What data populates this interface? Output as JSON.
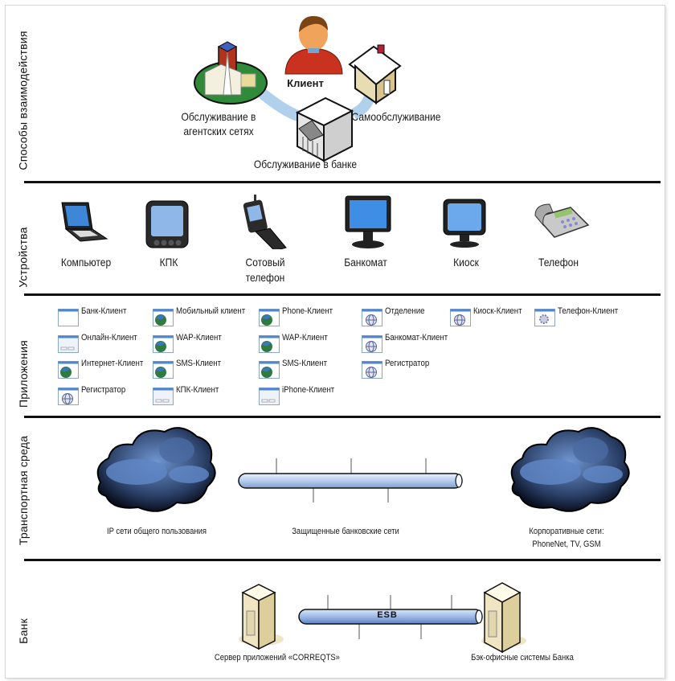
{
  "sections": {
    "interaction": {
      "title": "Способы взаимодействия",
      "client": "Клиент",
      "agent_service": [
        "Обслуживание в",
        "агентских сетях"
      ],
      "bank_service": "Обслуживание в банке",
      "self_service": "Самообслуживание"
    },
    "devices": {
      "title": "Устройства",
      "items": [
        {
          "icon": "laptop-icon",
          "label": "Компьютер"
        },
        {
          "icon": "pda-icon",
          "label": "КПК"
        },
        {
          "icon": "cellphone-icon",
          "label": "Сотовый",
          "label2": "телефон"
        },
        {
          "icon": "atm-monitor-icon",
          "label": "Банкомат"
        },
        {
          "icon": "kiosk-monitor-icon",
          "label": "Киоск"
        },
        {
          "icon": "desk-phone-icon",
          "label": "Телефон"
        }
      ]
    },
    "applications": {
      "title": "Приложения",
      "columns": [
        [
          {
            "icon": "blank-window",
            "label": "Банк-Клиент"
          },
          {
            "icon": "form-window",
            "label": "Онлайн-Клиент"
          },
          {
            "icon": "globe-window",
            "label": "Интернет-Клиент"
          },
          {
            "icon": "wireframe-globe-window",
            "label": "Регистратор"
          }
        ],
        [
          {
            "icon": "globe-window",
            "label": "Мобильный клиент"
          },
          {
            "icon": "globe-window",
            "label": "WAP-Клиент"
          },
          {
            "icon": "globe-window",
            "label": "SMS-Клиент"
          },
          {
            "icon": "form-window",
            "label": "КПК-Клиент"
          }
        ],
        [
          {
            "icon": "globe-window",
            "label": "Phone-Клиент"
          },
          {
            "icon": "globe-window",
            "label": "WAP-Клиент"
          },
          {
            "icon": "globe-window",
            "label": "SMS-Клиент"
          },
          {
            "icon": "form-window",
            "label": "iPhone-Клиент"
          }
        ],
        [
          {
            "icon": "wireframe-globe-window",
            "label": "Отделение"
          },
          {
            "icon": "wireframe-globe-window",
            "label": "Банкомат-Клиент"
          },
          {
            "icon": "wireframe-globe-window",
            "label": "Регистратор"
          }
        ],
        [
          {
            "icon": "wireframe-globe-window",
            "label": "Киоск-Клиент"
          }
        ],
        [
          {
            "icon": "gear-window",
            "label": "Телефон-Клиент"
          }
        ]
      ]
    },
    "transport": {
      "title": "Транспортная среда",
      "public_ip": "IP сети общего пользования",
      "secure_bank": "Защищенные банковские сети",
      "corporate": [
        "Корпоративные сети:",
        "PhoneNet, TV, GSM"
      ]
    },
    "bank": {
      "title": "Банк",
      "bus_label": "ESB",
      "app_server": "Сервер приложений «CORREQTS»",
      "back_office": "Бэк-офисные системы Банка"
    }
  },
  "colors": {
    "divider": "#111111",
    "pipe_light": "#dbe8fa",
    "pipe_dark": "#7fa0d0",
    "cloud_dark": "#0f1a2e",
    "cloud_light": "#5b82c2",
    "client_shirt": "#c8321e",
    "arc": "#a9cbea"
  }
}
